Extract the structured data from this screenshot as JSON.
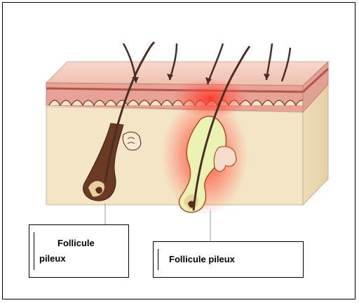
{
  "labels": {
    "left": {
      "line1": "Follicule",
      "line2": "pileux"
    },
    "right": "Follicule pileux"
  },
  "colors": {
    "skin_surface": "#f2c9b8",
    "epidermis": "#d98b80",
    "dermis": "#f3e3c4",
    "inflammation": "#ff3b30",
    "pus": "#e9f5b8",
    "hair": "#4a2e24"
  }
}
